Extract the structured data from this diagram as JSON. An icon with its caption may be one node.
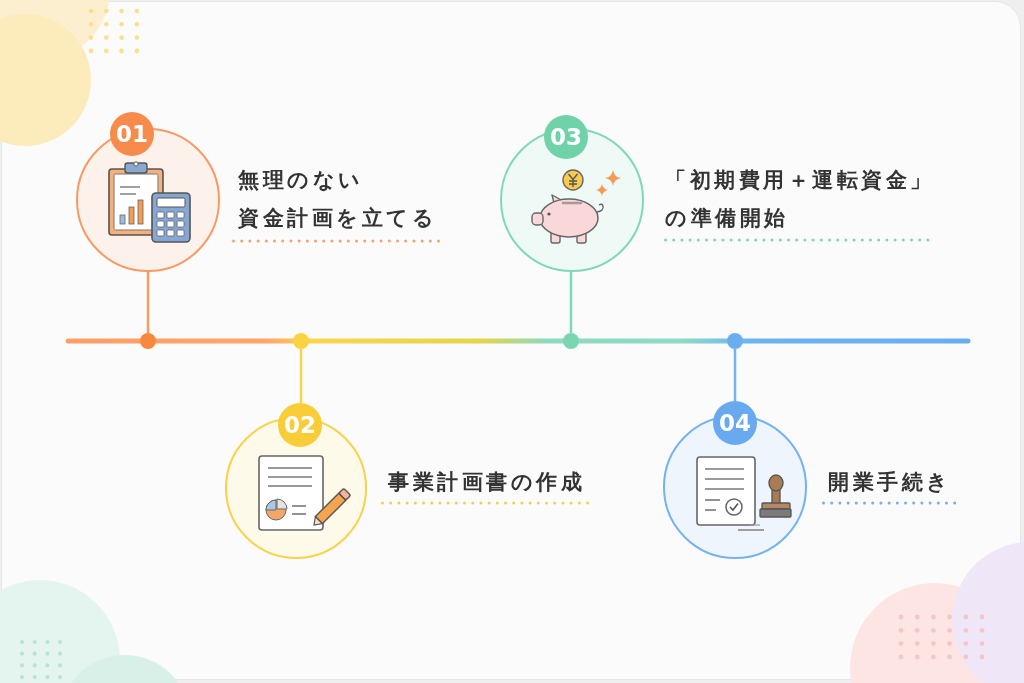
{
  "diagram": {
    "nodes": [
      {
        "text": [
          "01",
          "無理のない資金計画を立てる"
        ]
      },
      {
        "text": [
          "02",
          "事業計画書の作成"
        ]
      },
      {
        "text": [
          "03",
          "「初期費用＋運転資金」の準備開始"
        ]
      },
      {
        "text": [
          "04",
          "開業手続き"
        ]
      },
      {
        "text": [],
        "shape": "circle"
      },
      {
        "text": [],
        "shape": "circle"
      },
      {
        "text": [],
        "shape": "circle"
      },
      {
        "text": [],
        "shape": "circle"
      }
    ],
    "edges": [
      {
        "from": 0,
        "to": 4,
        "arrow": "none",
        "color": "#f79a63"
      },
      {
        "from": 1,
        "to": 5,
        "arrow": "none",
        "color": "#f8d24a"
      },
      {
        "from": 2,
        "to": 6,
        "arrow": "none",
        "color": "#7fd8b6"
      },
      {
        "from": 3,
        "to": 7,
        "arrow": "none",
        "color": "#74b3ef"
      }
    ]
  }
}
